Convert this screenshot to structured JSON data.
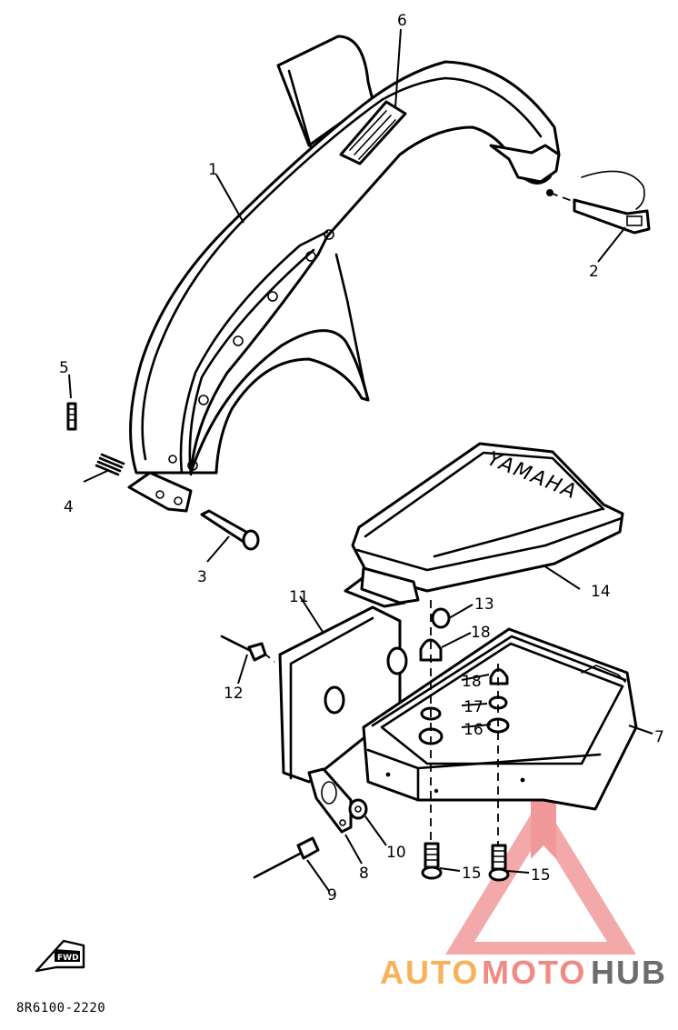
{
  "diagram_code": "8R6100-2220",
  "fwd_label": "FWD",
  "cover_brand": "YAMAHA",
  "callouts": [
    "1",
    "2",
    "3",
    "4",
    "5",
    "6",
    "7",
    "8",
    "9",
    "10",
    "11",
    "12",
    "13",
    "14",
    "15",
    "15",
    "16",
    "17",
    "18",
    "18"
  ],
  "watermark": {
    "part1": "AUTO",
    "part2": "MOTO",
    "part3": "HUB",
    "color1": "#f7b25a",
    "color2": "#f08a82",
    "color3": "#6d6d6d",
    "triangle_color": "#f1999a"
  }
}
